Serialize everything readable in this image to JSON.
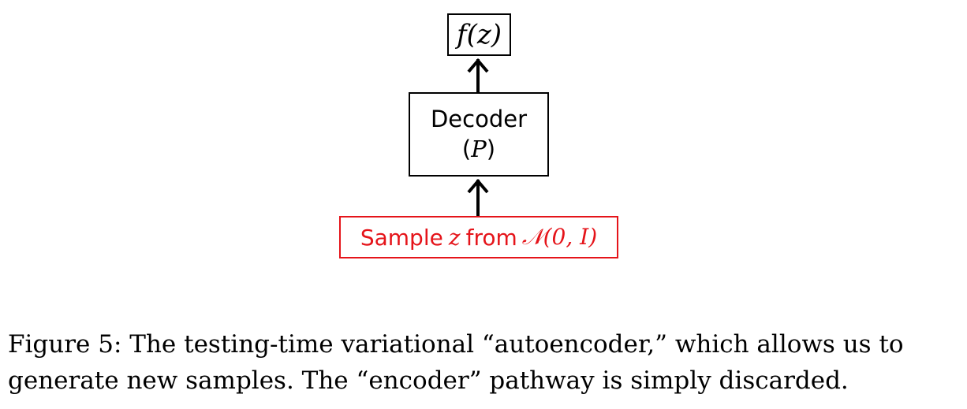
{
  "diagram": {
    "output_label": "f(z)",
    "decoder": {
      "title": "Decoder",
      "paren_open": "(",
      "symbol": "P",
      "paren_close": ")"
    },
    "sample": {
      "prefix": "Sample",
      "variable": "z",
      "middle": "from",
      "distribution": "𝒩(0, I)"
    },
    "colors": {
      "primary": "#000000",
      "sample": "#e5141a"
    }
  },
  "caption": {
    "text": "Figure 5: The testing-time variational “autoencoder,” which allows us to generate new samples. The “encoder” pathway is simply discarded."
  }
}
